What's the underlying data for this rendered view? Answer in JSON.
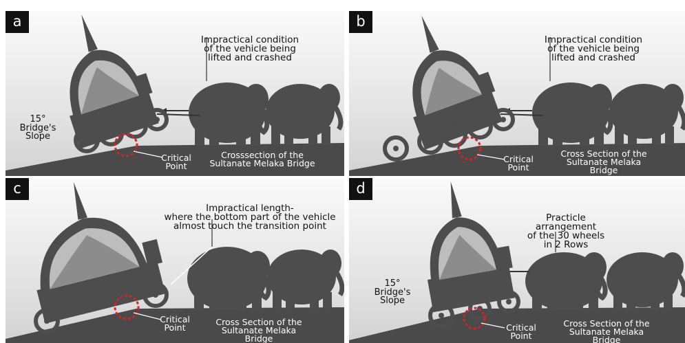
{
  "panels": [
    {
      "letter": "a",
      "top_label": [
        "Impractical condition",
        "of the vehicle being",
        "lifted and crashed"
      ],
      "slope_label": [
        "15°",
        "Bridge's",
        "Slope"
      ],
      "point_label": [
        "Critical",
        "Point"
      ],
      "bridge_label": [
        "Crosssection of the",
        "Sultanate Melaka Bridge"
      ]
    },
    {
      "letter": "b",
      "top_label": [
        "Impractical condition",
        "of the vehicle being",
        "lifted and crashed"
      ],
      "point_label": [
        "Critical",
        "Point"
      ],
      "bridge_label": [
        "Cross Section of the",
        "Sultanate Melaka",
        "Bridge"
      ]
    },
    {
      "letter": "c",
      "top_label": [
        "Impractical length-",
        "where the bottom part of the vehicle",
        "almost touch the transition point"
      ],
      "point_label": [
        "Critical",
        "Point"
      ],
      "bridge_label": [
        "Cross Section of the",
        "Sultanate Melaka",
        "Bridge"
      ]
    },
    {
      "letter": "d",
      "top_label": [
        "Practicle arrangement",
        "of the 30 wheels",
        "in 2 Rows"
      ],
      "slope_label": [
        "15°",
        "Bridge's",
        "Slope"
      ],
      "point_label": [
        "Critical",
        "Point"
      ],
      "bridge_label": [
        "Cross Section of the",
        "Sultanate Melaka",
        "Bridge"
      ]
    }
  ],
  "colors": {
    "ground": "#4a4a4a",
    "silhouette": "#4d4d4d",
    "critical_circle": "#d0262a",
    "background_top": "#fafafa"
  }
}
